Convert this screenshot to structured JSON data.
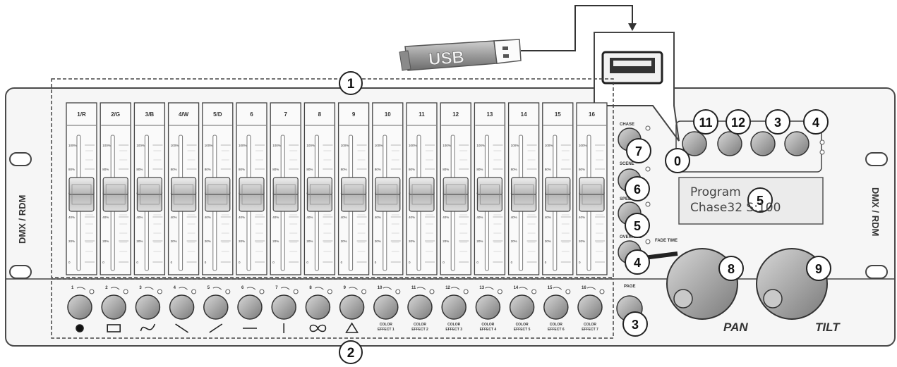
{
  "usb_stick_label": "USB",
  "side_label": "DMX / RDM",
  "fader_labels": [
    "1/R",
    "2/G",
    "3/B",
    "4/W",
    "5/D",
    "6",
    "7",
    "8",
    "9",
    "10",
    "11",
    "12",
    "13",
    "14",
    "15",
    "16"
  ],
  "scale_labels": [
    "100%",
    "80%",
    "60%",
    "40%",
    "20%",
    "0"
  ],
  "button_numbers": [
    "1",
    "2",
    "3",
    "4",
    "5",
    "6",
    "7",
    "8",
    "9",
    "10",
    "11",
    "12",
    "13",
    "14",
    "15",
    "16"
  ],
  "color_effect_labels": [
    "COLOR\nEFFECT 1",
    "COLOR\nEFFECT 2",
    "COLOR\nEFFECT 3",
    "COLOR\nEFFECT 4",
    "COLOR\nEFFECT 5",
    "COLOR\nEFFECT 6",
    "COLOR\nEFFECT 7"
  ],
  "left_column_labels": [
    "CHASE",
    "SCENE",
    "SPEED",
    "OVERRIDE",
    "PAGE"
  ],
  "fade_label": "FADE TIME",
  "display": {
    "line1": "Program",
    "line2": "Chase32 S:100"
  },
  "joystick_labels": {
    "pan": "PAN",
    "tilt": "TILT"
  },
  "callouts": {
    "c1": "1",
    "c2": "2",
    "c11": "11",
    "c12": "12",
    "c3_top": "3",
    "c4_top": "4",
    "c7": "7",
    "c0": "0",
    "c6": "6",
    "c5_left": "5",
    "c4_left": "4",
    "c3_bottom": "3",
    "c5_display": "5",
    "c8": "8",
    "c9": "9"
  }
}
